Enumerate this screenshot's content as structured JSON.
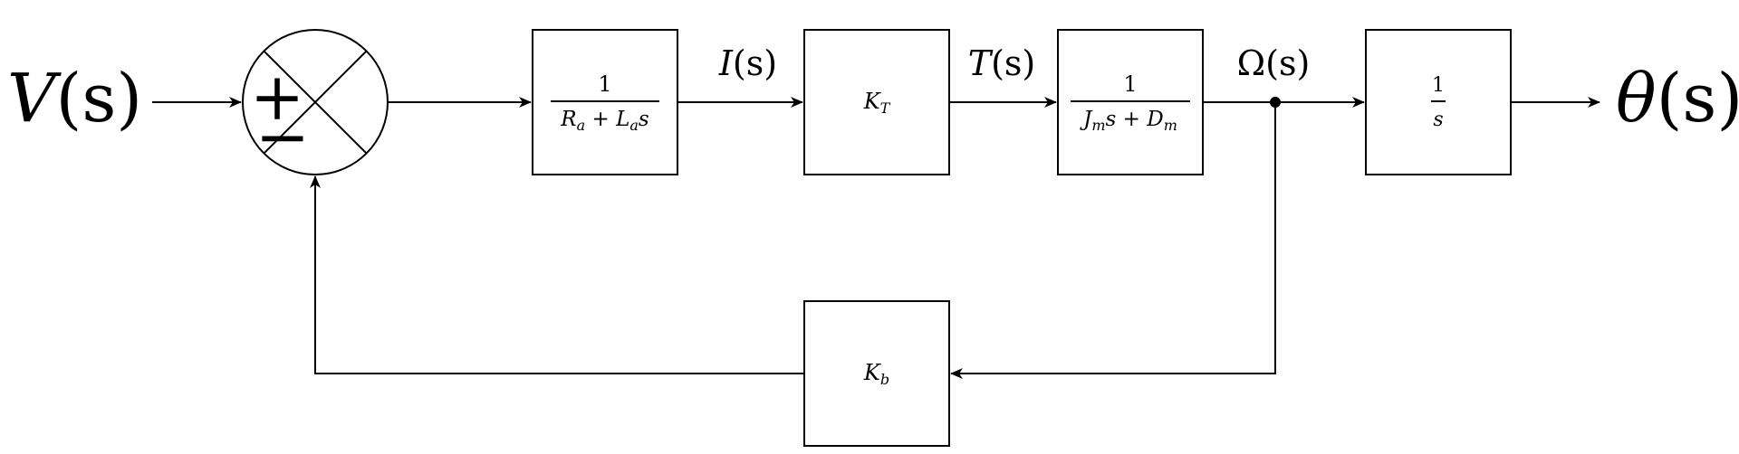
{
  "input_signal": {
    "name": "V",
    "arg": "(s)"
  },
  "output_signal": {
    "name": "θ",
    "arg": "(s)"
  },
  "summing_junction": {
    "plus_sign": "+",
    "minus_sign": "−"
  },
  "electrical_block": {
    "numerator": "1",
    "denominator": {
      "r": "R",
      "r_sub": "a",
      "plus": " + ",
      "l": "L",
      "l_sub": "a",
      "s": "s"
    }
  },
  "torque_constant_block": {
    "symbol": "K",
    "sub": "T"
  },
  "mechanical_block": {
    "numerator": "1",
    "denominator": {
      "j": "J",
      "j_sub": "m",
      "s": "s",
      "plus": " + ",
      "d": "D",
      "d_sub": "m"
    }
  },
  "integrator_block": {
    "numerator": "1",
    "denominator": "s"
  },
  "feedback_block": {
    "symbol": "K",
    "sub": "b"
  },
  "signal_labels": {
    "current": {
      "name": "I",
      "arg": "(s)"
    },
    "torque": {
      "name": "T",
      "arg": "(s)"
    },
    "speed": {
      "name": "Ω",
      "arg": "(s)"
    }
  }
}
